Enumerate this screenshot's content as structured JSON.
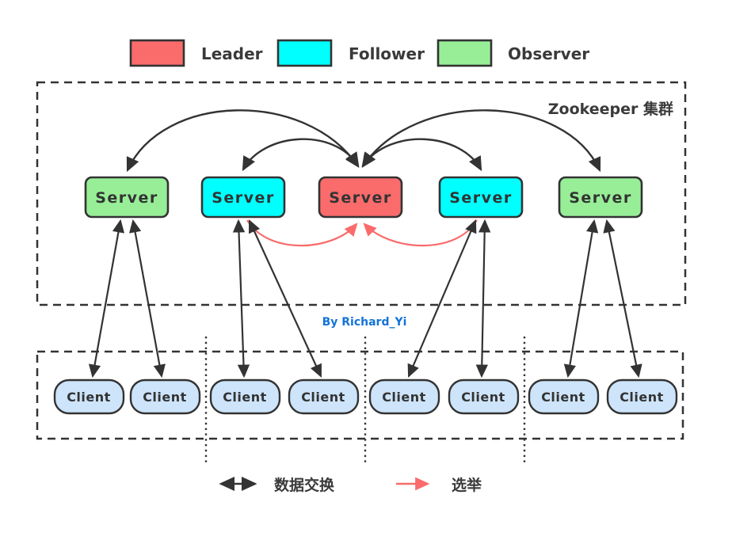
{
  "colors": {
    "leader": "#FA6B6B",
    "follower": "#00FFFF",
    "observer": "#97EE97",
    "client_fill": "#CDE4FB",
    "stroke": "#333333",
    "election": "#FA6B6B",
    "byline": "#1273D9"
  },
  "legend": {
    "leader_label": "Leader",
    "follower_label": "Follower",
    "observer_label": "Observer"
  },
  "cluster": {
    "title": "Zookeeper 集群",
    "servers": [
      {
        "label": "Server",
        "role": "observer"
      },
      {
        "label": "Server",
        "role": "follower"
      },
      {
        "label": "Server",
        "role": "leader"
      },
      {
        "label": "Server",
        "role": "follower"
      },
      {
        "label": "Server",
        "role": "observer"
      }
    ]
  },
  "clients": {
    "labels": [
      "Client",
      "Client",
      "Client",
      "Client",
      "Client",
      "Client",
      "Client",
      "Client"
    ]
  },
  "byline": "By Richard_Yi",
  "bottom_legend": {
    "data_exchange_label": "数据交换",
    "election_label": "选举"
  }
}
